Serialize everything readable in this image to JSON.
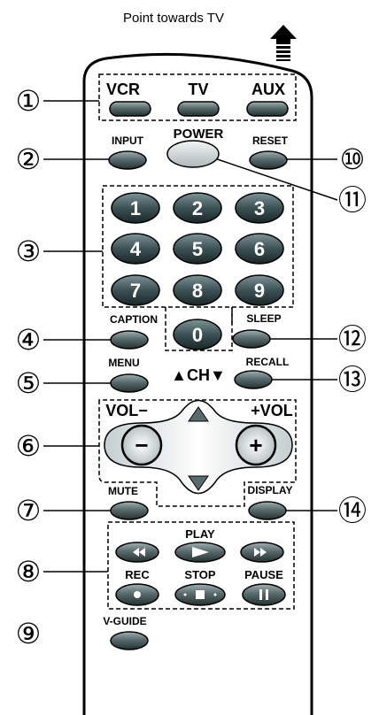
{
  "caption": "Point towards TV",
  "callouts": [
    "①",
    "②",
    "③",
    "④",
    "⑤",
    "⑥",
    "⑦",
    "⑧",
    "⑨",
    "⑩",
    "⑪",
    "⑫",
    "⑬",
    "⑭"
  ],
  "modes": {
    "vcr": "VCR",
    "tv": "TV",
    "aux": "AUX"
  },
  "labels": {
    "input": "INPUT",
    "power": "POWER",
    "reset": "RESET",
    "caption_btn": "CAPTION",
    "sleep": "SLEEP",
    "menu": "MENU",
    "ch": "▲CH▼",
    "recall": "RECALL",
    "vol_left": "VOL−",
    "vol_right": "+VOL",
    "mute": "MUTE",
    "display": "DISPLAY",
    "play": "PLAY",
    "rec": "REC",
    "stop": "STOP",
    "pause": "PAUSE",
    "vguide": "V-GUIDE"
  },
  "digits": [
    "1",
    "2",
    "3",
    "4",
    "5",
    "6",
    "7",
    "8",
    "9",
    "0"
  ],
  "symbols": {
    "minus": "−",
    "plus": "+"
  },
  "colors": {
    "button": "#5a6b6e",
    "button_dark": "#2c3a3d",
    "highlight": "#c9d3d4",
    "outline": "#000000"
  }
}
